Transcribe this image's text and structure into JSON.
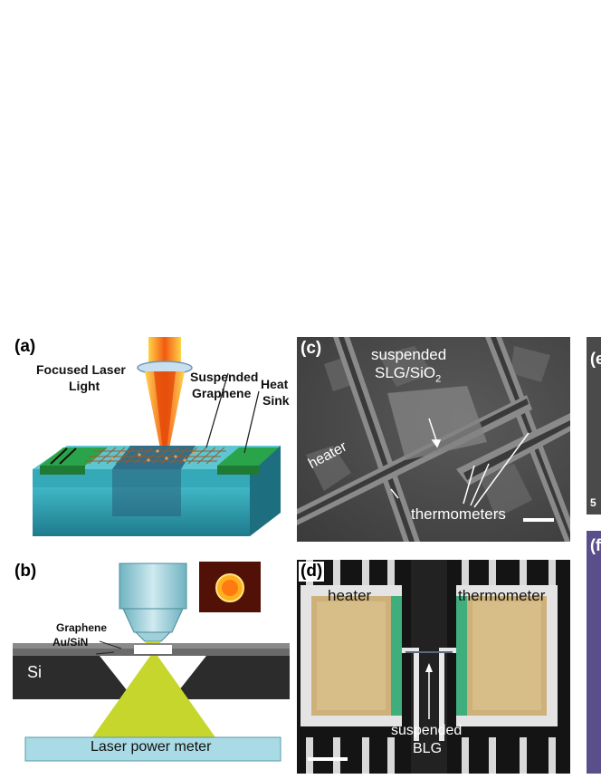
{
  "panel_a": {
    "label": "(a)",
    "focused_laser": "Focused Laser",
    "light": "Light",
    "suspended": "Suspended",
    "graphene": "Graphene",
    "heat": "Heat",
    "sink": "Sink"
  },
  "panel_b": {
    "label": "(b)",
    "graphene": "Graphene",
    "ausin": "Au/SiN",
    "si": "Si",
    "meter": "Laser power meter"
  },
  "panel_c": {
    "label": "(c)",
    "suspended": "suspended",
    "slg": "SLG/SiO",
    "slg_sub": "2",
    "heater": "heater",
    "thermometers": "thermometers"
  },
  "panel_d": {
    "label": "(d)",
    "heater": "heater",
    "thermometer": "thermometer",
    "suspended": "suspended",
    "blg": "BLG"
  },
  "panel_e": {
    "label": "(e",
    "scale_text": "5"
  },
  "panel_f": {
    "label": "(f"
  },
  "colors": {
    "laser_orange": "#f07a10",
    "electrode_green": "#2aa44a",
    "substrate_teal": "#3ab7c4",
    "objective_blue": "#8fc9d3",
    "beam_yellow": "#c6d62c",
    "si_dark": "#2c2c2c"
  }
}
